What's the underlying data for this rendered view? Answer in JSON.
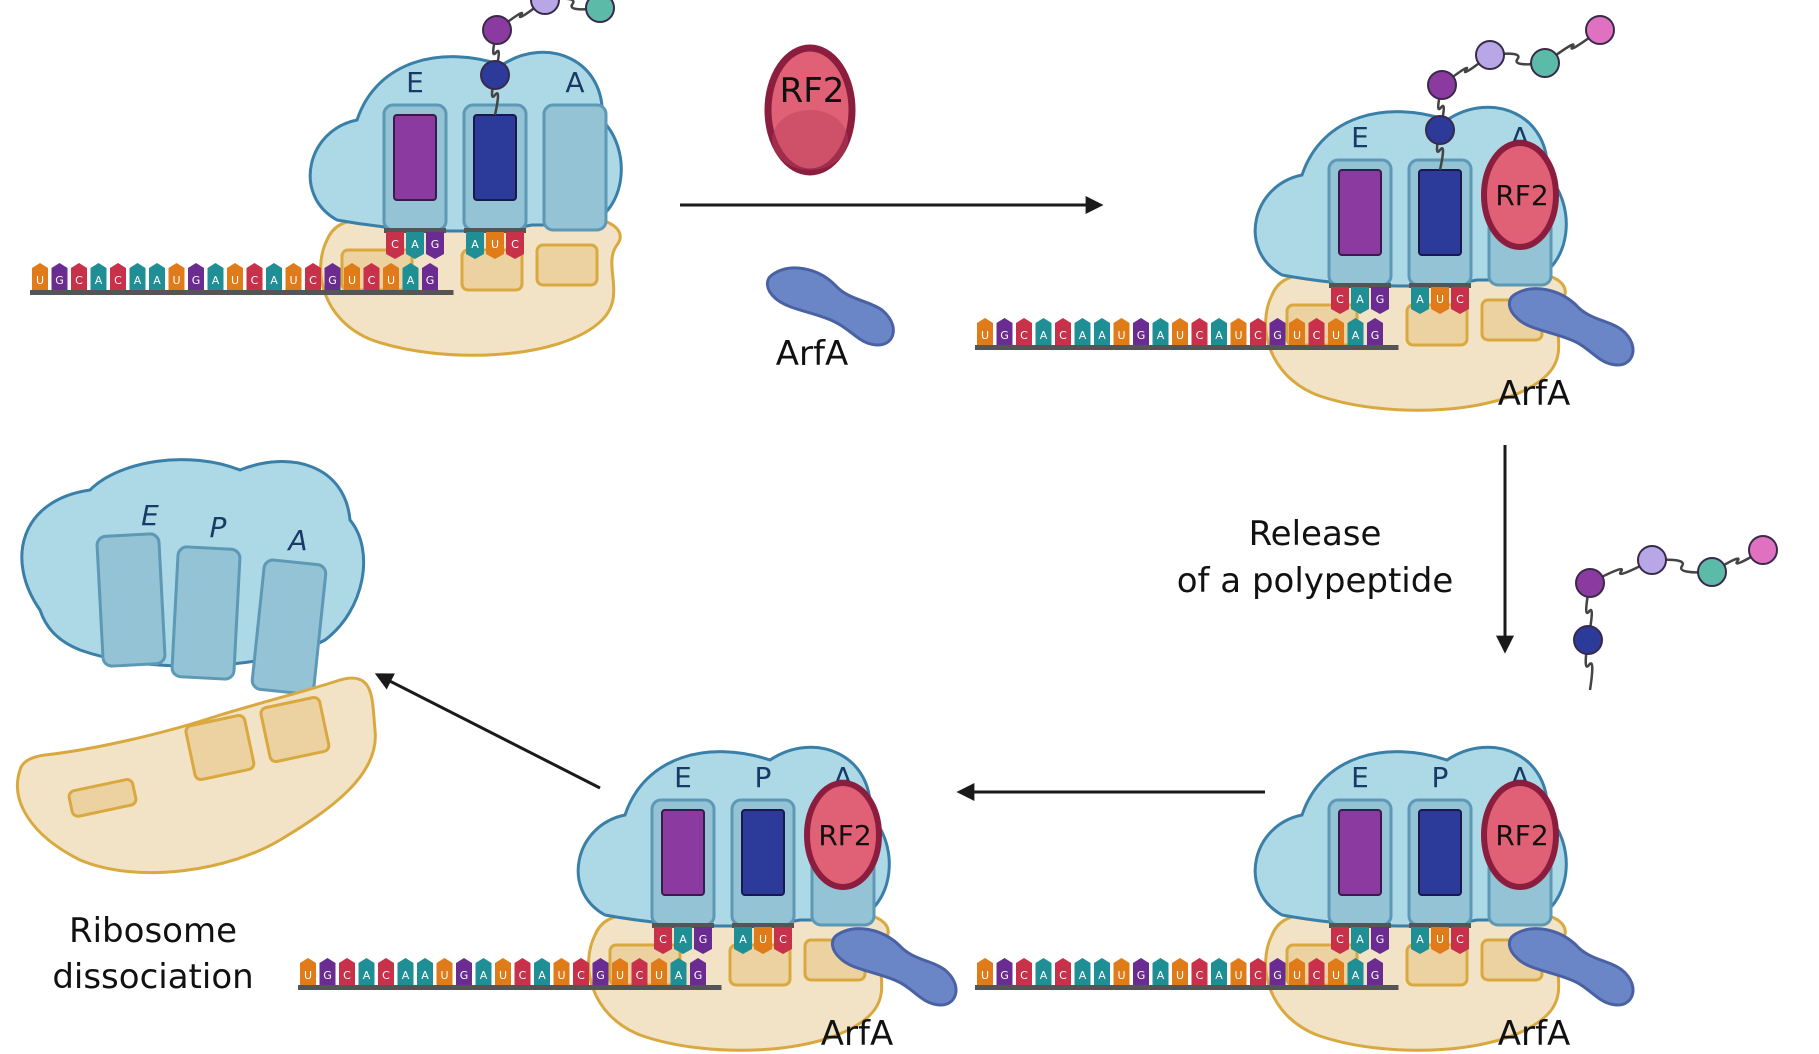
{
  "labels": {
    "rf2": "RF2",
    "arfa": "ArfA",
    "site_e": "E",
    "site_p": "P",
    "site_a": "A",
    "release_line1": "Release",
    "release_line2": "of a polypeptide",
    "dissociation_line1": "Ribosome",
    "dissociation_line2": "dissociation"
  },
  "mrna": {
    "sequence": [
      "U",
      "G",
      "C",
      "A",
      "C",
      "A",
      "A",
      "U",
      "G",
      "A",
      "U",
      "C",
      "A",
      "U",
      "C",
      "G",
      "U",
      "C",
      "U",
      "A",
      "G"
    ],
    "codon_e": [
      "C",
      "A",
      "G"
    ],
    "codon_p": [
      "A",
      "U",
      "C"
    ]
  },
  "colors": {
    "large_subunit_fill": "#add8e6",
    "large_subunit_stroke": "#3a7fa8",
    "small_subunit_fill": "#f2e3c6",
    "small_subunit_stroke": "#d9a940",
    "rf2_fill": "#e06075",
    "rf2_stroke": "#8b1e3f",
    "arfa_fill": "#6b86c7",
    "trna_e": "#8b3aa0",
    "trna_p": "#2c3a9a",
    "base_U": "#e07b1a",
    "base_G": "#6a2c91",
    "base_C": "#c8314a",
    "base_A": "#1f8f95",
    "bead_1": "#2c3a9a",
    "bead_2": "#8b3aa0",
    "bead_3": "#b7a7e6",
    "bead_4": "#5bbba8",
    "bead_5": "#e070c0"
  }
}
